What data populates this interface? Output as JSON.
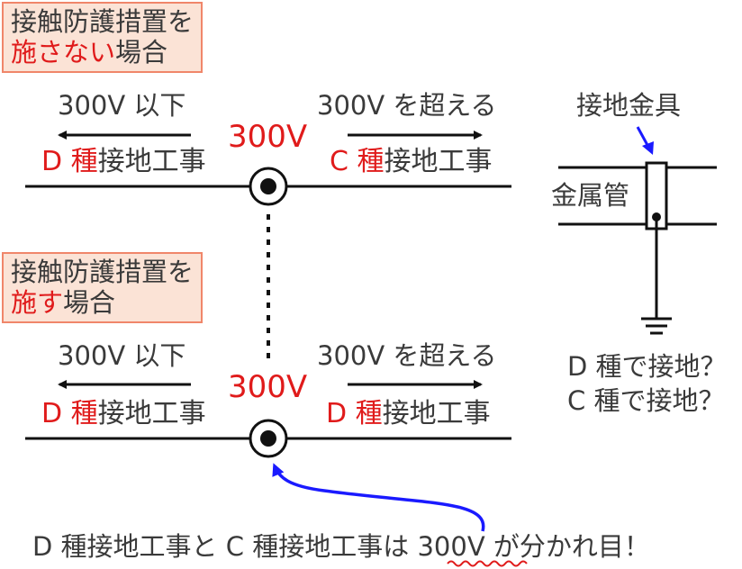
{
  "top_box": {
    "line1": "接触防護措置を",
    "line2_red": "施さない",
    "line2_rest": "場合"
  },
  "bottom_box": {
    "line1": "接触防護措置を",
    "line2_red": "施す",
    "line2_rest": "場合"
  },
  "top_row": {
    "left_range": "300V 以下",
    "left_type_red": "D 種",
    "left_type_rest": "接地工事",
    "voltage": "300V",
    "right_range": "300V を超える",
    "right_type_red": "C 種",
    "right_type_rest": "接地工事"
  },
  "bottom_row": {
    "left_range": "300V 以下",
    "left_type_red": "D 種",
    "left_type_rest": "接地工事",
    "voltage": "300V",
    "right_range": "300V を超える",
    "right_type_red": "D 種",
    "right_type_rest": "接地工事"
  },
  "pipe_diagram": {
    "fitting_label": "接地金具",
    "pipe_label": "金属管",
    "question_1": "D 種で接地？",
    "question_2": "C 種で接地？"
  },
  "footer": {
    "text_before": "D 種接地工事と C 種接地工事は ",
    "highlight": "300V",
    "text_after": " が分かれ目！"
  },
  "colors": {
    "accent_red": "#e01b1b",
    "arrow_blue": "#1a1aff",
    "box_fill": "#fbe3d6",
    "box_border": "#f0866a"
  }
}
